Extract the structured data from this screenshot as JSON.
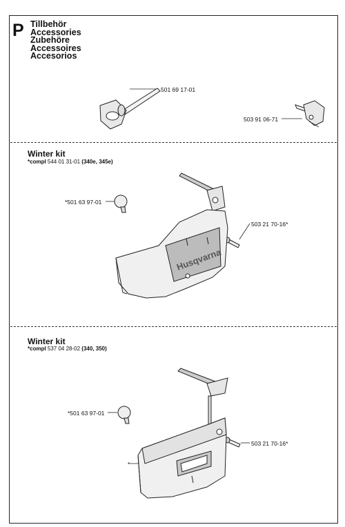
{
  "section": {
    "letter": "P",
    "titles": [
      "Tillbehör",
      "Accessories",
      "Zubehöre",
      "Accessoires",
      "Accesorios"
    ]
  },
  "accessories": {
    "parts": [
      "501 69 17-01",
      "503 91 06-71"
    ]
  },
  "winter_kit_1": {
    "title": "Winter kit",
    "compl_prefix": "*compl",
    "compl_number": "544 01 31-01",
    "models": "(340e, 345e)",
    "parts": [
      "*501 63 97-01",
      "503 21 70-16*"
    ],
    "brand_text": "Husqvarna"
  },
  "winter_kit_2": {
    "title": "Winter kit",
    "compl_prefix": "*compl",
    "compl_number": "537 04 28-02",
    "models": "(340, 350)",
    "parts": [
      "*501 63 97-01",
      "503 21 70-16*"
    ],
    "cover_marker": "*"
  }
}
